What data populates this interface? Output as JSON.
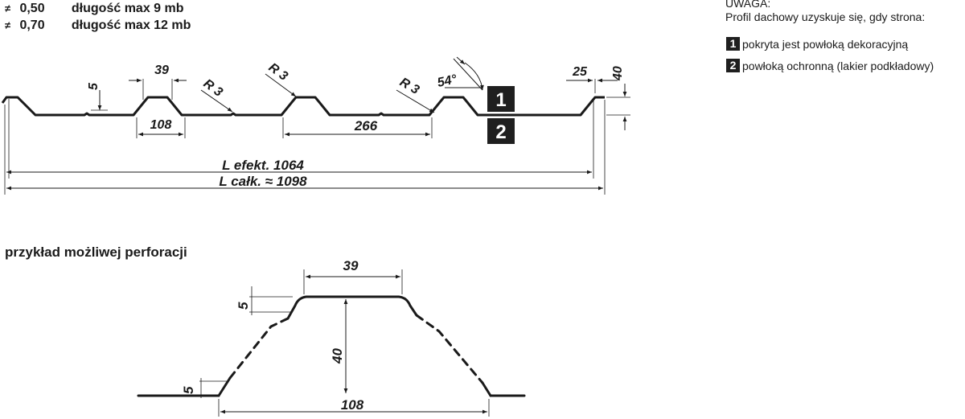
{
  "specs": [
    {
      "symbol": "≠",
      "gauge": "0,50",
      "text": "długość max 9 mb"
    },
    {
      "symbol": "≠",
      "gauge": "0,70",
      "text": "długość max 12 mb"
    }
  ],
  "note": {
    "title": "UWAGA:",
    "text": "Profil dachowy uzyskuje się, gdy strona:",
    "items": [
      {
        "num": "1",
        "text": "pokryta jest powłoką dekoracyjną"
      },
      {
        "num": "2",
        "text": "powłoką ochronną (lakier podkładowy)"
      }
    ]
  },
  "profile": {
    "dims": {
      "d5": "5",
      "d39": "39",
      "r3": "R 3",
      "d108": "108",
      "d266": "266",
      "angle": "54°",
      "d25": "25",
      "d40": "40",
      "l_eff": "L efekt. 1064",
      "l_total": "L całk. ≈ 1098"
    },
    "badges": [
      "1",
      "2"
    ]
  },
  "perforation": {
    "title": "przykład możliwej perforacji",
    "dims": {
      "top": "39",
      "upper5": "5",
      "height": "40",
      "lower5": "5",
      "bottom": "108"
    }
  },
  "colors": {
    "line": "#1a1a1a",
    "badge": "#1f1f1f"
  }
}
